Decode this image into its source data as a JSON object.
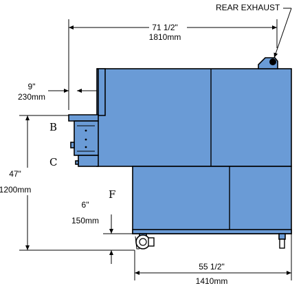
{
  "labels": {
    "rear_exhaust": "REAR EXHAUST",
    "overall_length_in": "71 1/2\"",
    "overall_length_mm": "1810mm",
    "offset_in": "9\"",
    "offset_mm": "230mm",
    "height_in": "47\"",
    "height_mm": "1200mm",
    "clearance_in": "6\"",
    "clearance_mm": "150mm",
    "base_length_in": "55 1/2\"",
    "base_length_mm": "1410mm",
    "marker_b": "B",
    "marker_c": "C",
    "marker_f": "F"
  },
  "colors": {
    "body": "#6a9bd6",
    "outline": "#000000",
    "background": "#ffffff"
  }
}
